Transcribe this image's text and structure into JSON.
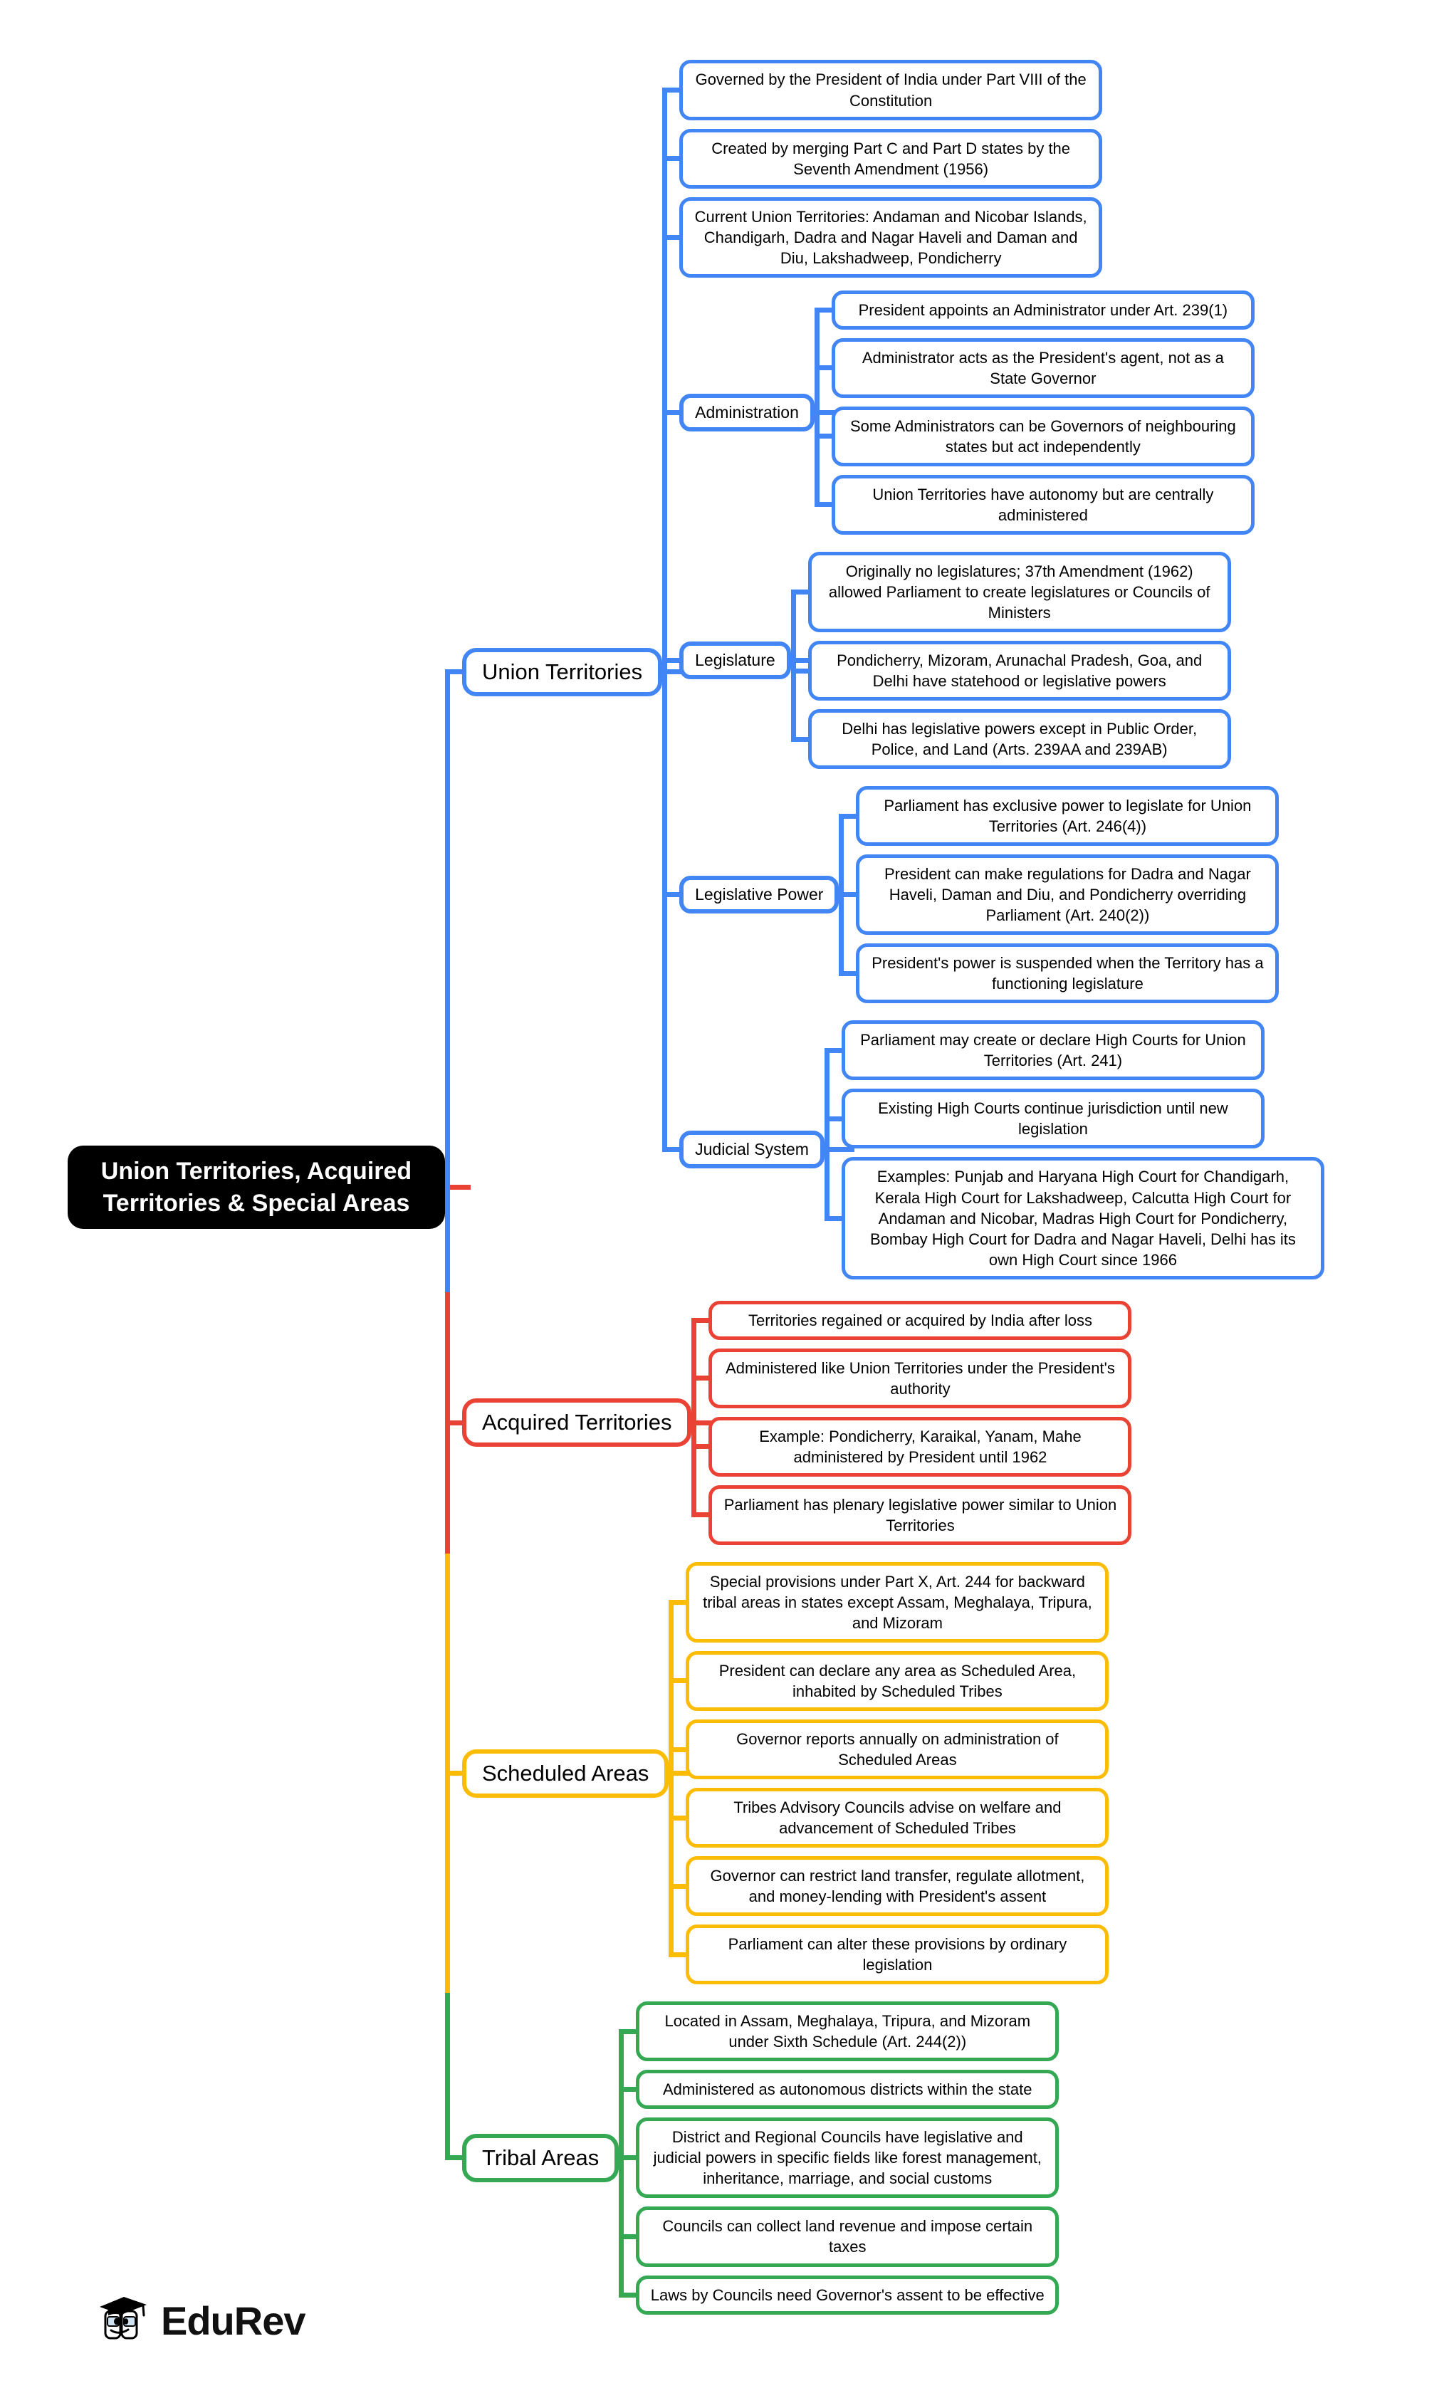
{
  "palette": {
    "blue": "#4285F4",
    "red": "#EA4335",
    "yellow": "#FBBC05",
    "green": "#34A853",
    "root_bg": "#000000",
    "root_text": "#ffffff"
  },
  "root": {
    "label": "Union Territories, Acquired Territories & Special Areas"
  },
  "branches": [
    {
      "label": "Union Territories",
      "color": "#4285F4",
      "children": [
        {
          "text": "Governed by the President of India under Part VIII of the Constitution"
        },
        {
          "text": "Created by merging Part C and Part D states by the Seventh Amendment (1956)"
        },
        {
          "text": "Current Union Territories: Andaman and Nicobar Islands, Chandigarh, Dadra and Nagar Haveli and Daman and Diu, Lakshadweep, Pondicherry"
        },
        {
          "label": "Administration",
          "children": [
            {
              "text": "President appoints an Administrator under Art. 239(1)"
            },
            {
              "text": "Administrator acts as the President's agent, not as a State Governor"
            },
            {
              "text": "Some Administrators can be Governors of neighbouring states but act independently"
            },
            {
              "text": "Union Territories have autonomy but are centrally administered"
            }
          ]
        },
        {
          "label": "Legislature",
          "children": [
            {
              "text": "Originally no legislatures; 37th Amendment (1962) allowed Parliament to create legislatures or Councils of Ministers"
            },
            {
              "text": "Pondicherry, Mizoram, Arunachal Pradesh, Goa, and Delhi have statehood or legislative powers"
            },
            {
              "text": "Delhi has legislative powers except in Public Order, Police, and Land (Arts. 239AA and 239AB)"
            }
          ]
        },
        {
          "label": "Legislative Power",
          "children": [
            {
              "text": "Parliament has exclusive power to legislate for Union Territories (Art. 246(4))"
            },
            {
              "text": "President can make regulations for Dadra and Nagar Haveli, Daman and Diu, and Pondicherry overriding Parliament (Art. 240(2))"
            },
            {
              "text": "President's power is suspended when the Territory has a functioning legislature"
            }
          ]
        },
        {
          "label": "Judicial System",
          "children": [
            {
              "text": "Parliament may create or declare High Courts for Union Territories (Art. 241)"
            },
            {
              "text": "Existing High Courts continue jurisdiction until new legislation"
            },
            {
              "text": "Examples: Punjab and Haryana High Court for Chandigarh, Kerala High Court for Lakshadweep, Calcutta High Court for Andaman and Nicobar, Madras High Court for Pondicherry, Bombay High Court for Dadra and Nagar Haveli, Delhi has its own High Court since 1966"
            }
          ]
        }
      ]
    },
    {
      "label": "Acquired Territories",
      "color": "#EA4335",
      "children": [
        {
          "text": "Territories regained or acquired by India after loss"
        },
        {
          "text": "Administered like Union Territories under the President's authority"
        },
        {
          "text": "Example: Pondicherry, Karaikal, Yanam, Mahe administered by President until 1962"
        },
        {
          "text": "Parliament has plenary legislative power similar to Union Territories"
        }
      ]
    },
    {
      "label": "Scheduled Areas",
      "color": "#FBBC05",
      "children": [
        {
          "text": "Special provisions under Part X, Art. 244 for backward tribal areas in states except Assam, Meghalaya, Tripura, and Mizoram"
        },
        {
          "text": "President can declare any area as Scheduled Area, inhabited by Scheduled Tribes"
        },
        {
          "text": "Governor reports annually on administration of Scheduled Areas"
        },
        {
          "text": "Tribes Advisory Councils advise on welfare and advancement of Scheduled Tribes"
        },
        {
          "text": "Governor can restrict land transfer, regulate allotment, and money-lending with President's assent"
        },
        {
          "text": "Parliament can alter these provisions by ordinary legislation"
        }
      ]
    },
    {
      "label": "Tribal Areas",
      "color": "#34A853",
      "children": [
        {
          "text": "Located in Assam, Meghalaya, Tripura, and Mizoram under Sixth Schedule (Art. 244(2))"
        },
        {
          "text": "Administered as autonomous districts within the state"
        },
        {
          "text": "District and Regional Councils have legislative and judicial powers in specific fields like forest management, inheritance, marriage, and social customs"
        },
        {
          "text": "Councils can collect land revenue and impose certain taxes"
        },
        {
          "text": "Laws by Councils need Governor's assent to be effective"
        }
      ]
    }
  ],
  "logo": {
    "text": "EduRev"
  }
}
